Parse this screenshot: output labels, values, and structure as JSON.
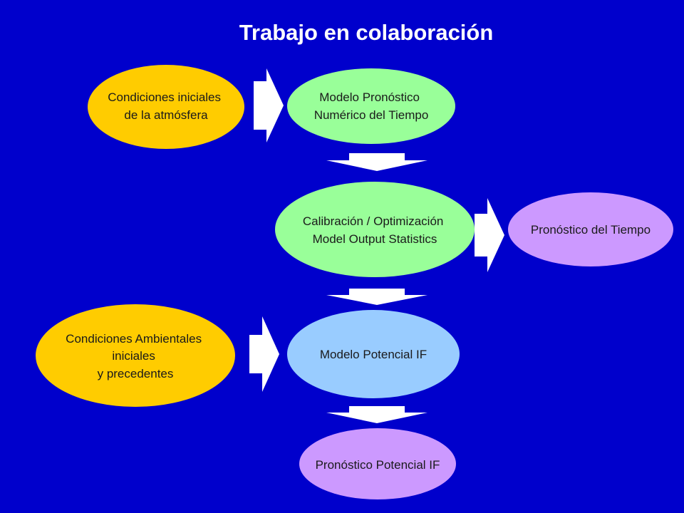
{
  "title": "Trabajo en colaboración",
  "colors": {
    "background": "#0000cc",
    "input_node": "#ffcc00",
    "model_node": "#99ff99",
    "potential_node": "#99ccff",
    "output_node": "#cc99ff",
    "arrow": "#ffffff"
  },
  "nodes": {
    "initial_conditions": {
      "lines": [
        "Condiciones iniciales",
        "de la atmósfera"
      ]
    },
    "nwp_model": {
      "lines": [
        "Modelo Pronóstico",
        "Numérico del Tiempo"
      ]
    },
    "calibration": {
      "lines": [
        "Calibración / Optimización",
        "Model Output Statistics"
      ]
    },
    "weather_forecast": {
      "lines": [
        "Pronóstico del Tiempo"
      ]
    },
    "environmental_conditions": {
      "lines": [
        "Condiciones Ambientales",
        "iniciales",
        "y precedentes"
      ]
    },
    "potential_model": {
      "lines": [
        "Modelo Potencial IF"
      ]
    },
    "potential_forecast": {
      "lines": [
        "Pronóstico Potencial IF"
      ]
    }
  }
}
